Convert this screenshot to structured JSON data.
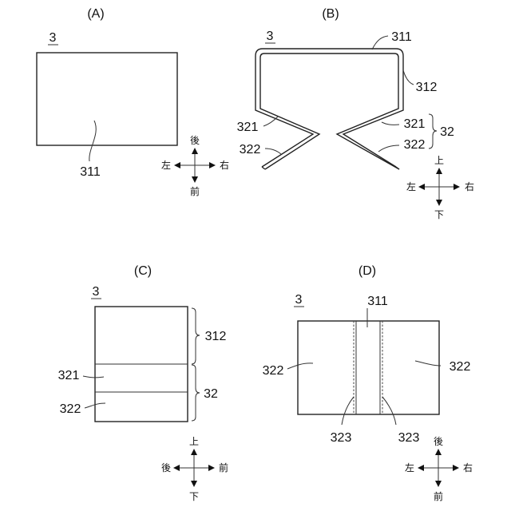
{
  "panels": {
    "a": {
      "title": "(A)",
      "ref": "3",
      "label_311": "311"
    },
    "b": {
      "title": "(B)",
      "ref": "3",
      "label_311": "311",
      "label_312": "312",
      "label_321_left": "321",
      "label_322_left": "322",
      "label_321_right": "321",
      "label_322_right": "322",
      "label_32": "32"
    },
    "c": {
      "title": "(C)",
      "ref": "3",
      "label_312": "312",
      "label_32": "32",
      "label_321": "321",
      "label_322": "322"
    },
    "d": {
      "title": "(D)",
      "ref": "3",
      "label_311": "311",
      "label_322_left": "322",
      "label_322_right": "322",
      "label_323_left": "323",
      "label_323_right": "323"
    }
  },
  "compass_a": {
    "up": "後",
    "down": "前",
    "left": "左",
    "right": "右"
  },
  "compass_b": {
    "up": "上",
    "down": "下",
    "left": "左",
    "right": "右"
  },
  "compass_c": {
    "up": "上",
    "down": "下",
    "left": "後",
    "right": "前"
  },
  "compass_d": {
    "up": "後",
    "down": "前",
    "left": "左",
    "right": "右"
  }
}
